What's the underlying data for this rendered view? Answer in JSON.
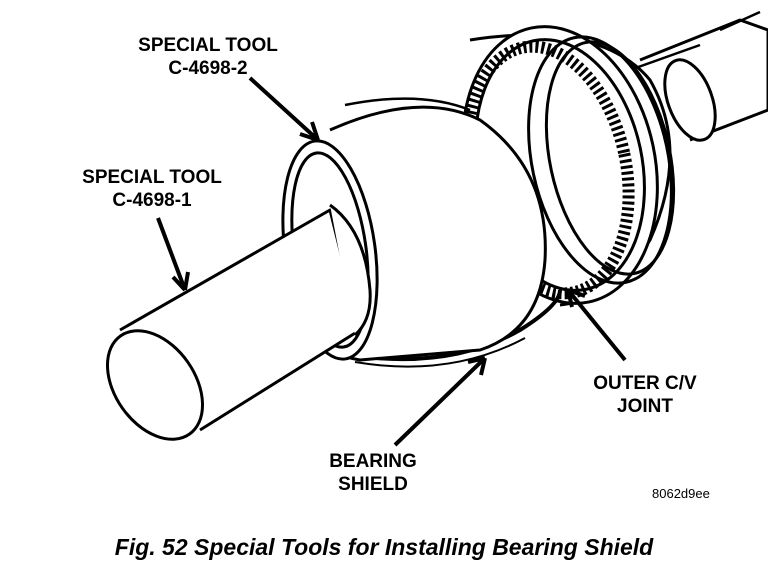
{
  "labels": {
    "tool2": {
      "line1": "SPECIAL TOOL",
      "line2": "C-4698-2"
    },
    "tool1": {
      "line1": "SPECIAL TOOL",
      "line2": "C-4698-1"
    },
    "cv_joint": {
      "line1": "OUTER C/V",
      "line2": "JOINT"
    },
    "bearing_shield": {
      "line1": "BEARING",
      "line2": "SHIELD"
    }
  },
  "reference_code": "8062d9ee",
  "caption": "Fig. 52 Special Tools for Installing Bearing Shield"
}
